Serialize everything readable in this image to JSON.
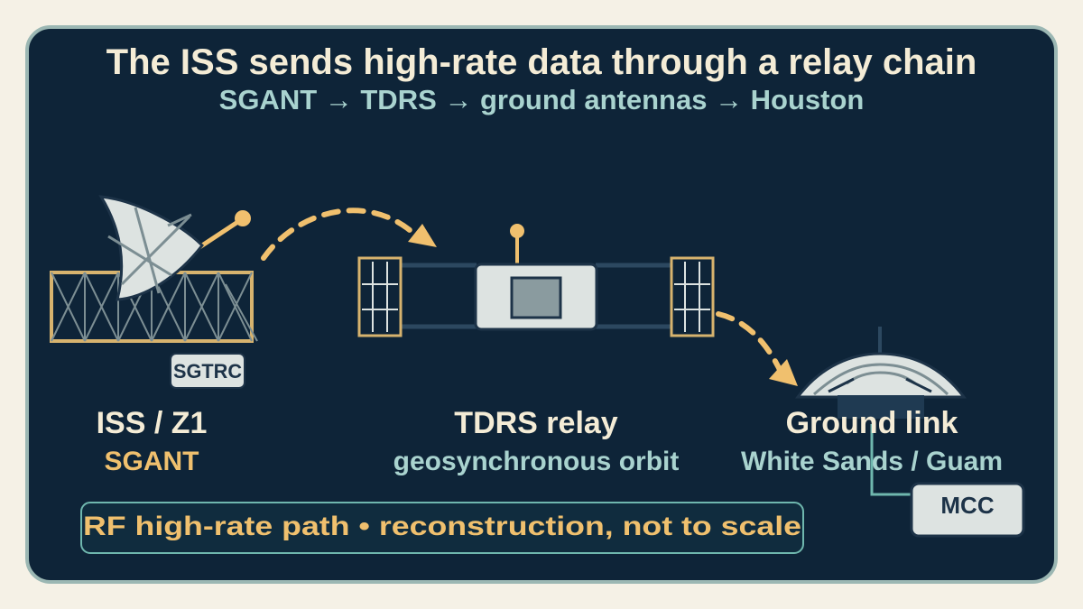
{
  "title": "The ISS sends high-rate data through a relay chain",
  "subtitle": "SGANT → TDRS → ground antennas → Houston",
  "nodes": {
    "iss": {
      "label": "ISS / Z1",
      "sublabel": "SGANT",
      "tag": "SGTRC"
    },
    "tdrs": {
      "label": "TDRS relay",
      "sublabel": "geosynchronous orbit"
    },
    "ground": {
      "label": "Ground link",
      "sublabel": "White Sands / Guam"
    }
  },
  "mcc": {
    "label": "MCC"
  },
  "footer": {
    "note": "RF high-rate path • reconstruction, not to scale"
  },
  "colors": {
    "background": "#f5f1e6",
    "panel": "#0e2438",
    "panel_border": "#9bb7b3",
    "accent_gold": "#f0c06e",
    "accent_teal": "#a9d3cf",
    "hardware_light": "#dde3e1"
  }
}
